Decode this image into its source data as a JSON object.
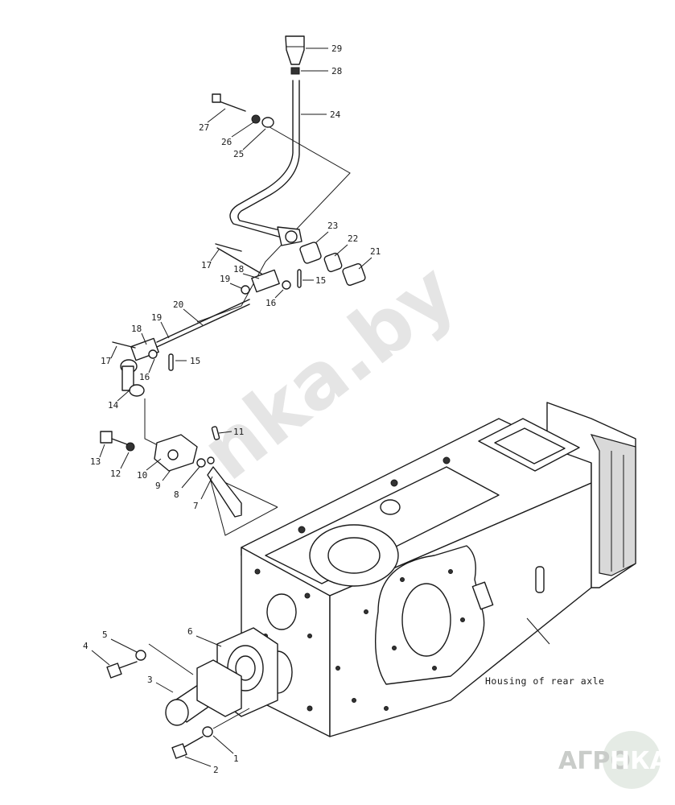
{
  "caption": "Housing of rear axle",
  "watermark": "nka.by",
  "logo": {
    "left": "АГРО",
    "right": "НКА"
  },
  "callouts": [
    "29",
    "28",
    "24",
    "27",
    "26",
    "25",
    "23",
    "22",
    "21",
    "17",
    "18",
    "19",
    "15",
    "16",
    "20",
    "19",
    "18",
    "17",
    "15",
    "16",
    "14",
    "11",
    "13",
    "12",
    "10",
    "9",
    "8",
    "7",
    "6",
    "5",
    "4",
    "3",
    "1",
    "2"
  ]
}
